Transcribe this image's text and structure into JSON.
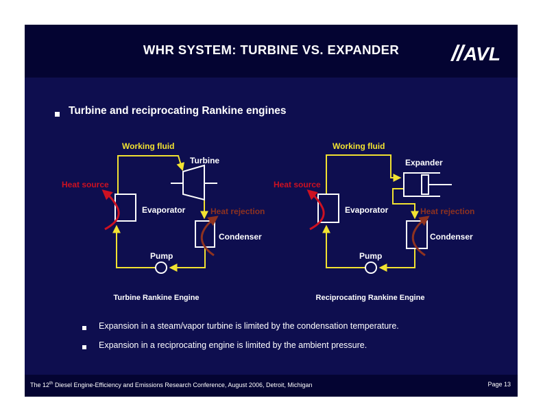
{
  "colors": {
    "page-bg": "#ffffff",
    "slide-bg": "#0e0e4f",
    "band-bg": "#040432",
    "yellow": "#f2e231",
    "red": "#cc1122",
    "brown": "#8e3220",
    "text-white": "#ffffff"
  },
  "header": {
    "title": "WHR SYSTEM: TURBINE VS. EXPANDER",
    "logo_text": "AVL"
  },
  "heading": "Turbine and reciprocating Rankine engines",
  "diagrams": {
    "left": {
      "working_fluid": "Working fluid",
      "machine": "Turbine",
      "heat_source": "Heat source",
      "evaporator": "Evaporator",
      "heat_rejection": "Heat rejection",
      "condenser": "Condenser",
      "pump": "Pump",
      "caption": "Turbine Rankine Engine"
    },
    "right": {
      "working_fluid": "Working fluid",
      "machine": "Expander",
      "heat_source": "Heat source",
      "evaporator": "Evaporator",
      "heat_rejection": "Heat rejection",
      "condenser": "Condenser",
      "pump": "Pump",
      "caption": "Reciprocating Rankine Engine"
    }
  },
  "bullets": [
    "Expansion in a steam/vapor turbine is limited by the condensation temperature.",
    "Expansion in a reciprocating engine is limited by the ambient pressure."
  ],
  "footer": {
    "conference_prefix": "The 12",
    "ordinal": "th",
    "conference_rest": " Diesel Engine-Efficiency and Emissions Research Conference, August 2006, Detroit, Michigan",
    "page": "Page 13"
  },
  "icons": {
    "logo": "avl-logo",
    "bullet_style": "square",
    "machine_left": "turbine-trapezoid",
    "machine_right": "piston-cylinder",
    "pump": "circle"
  }
}
